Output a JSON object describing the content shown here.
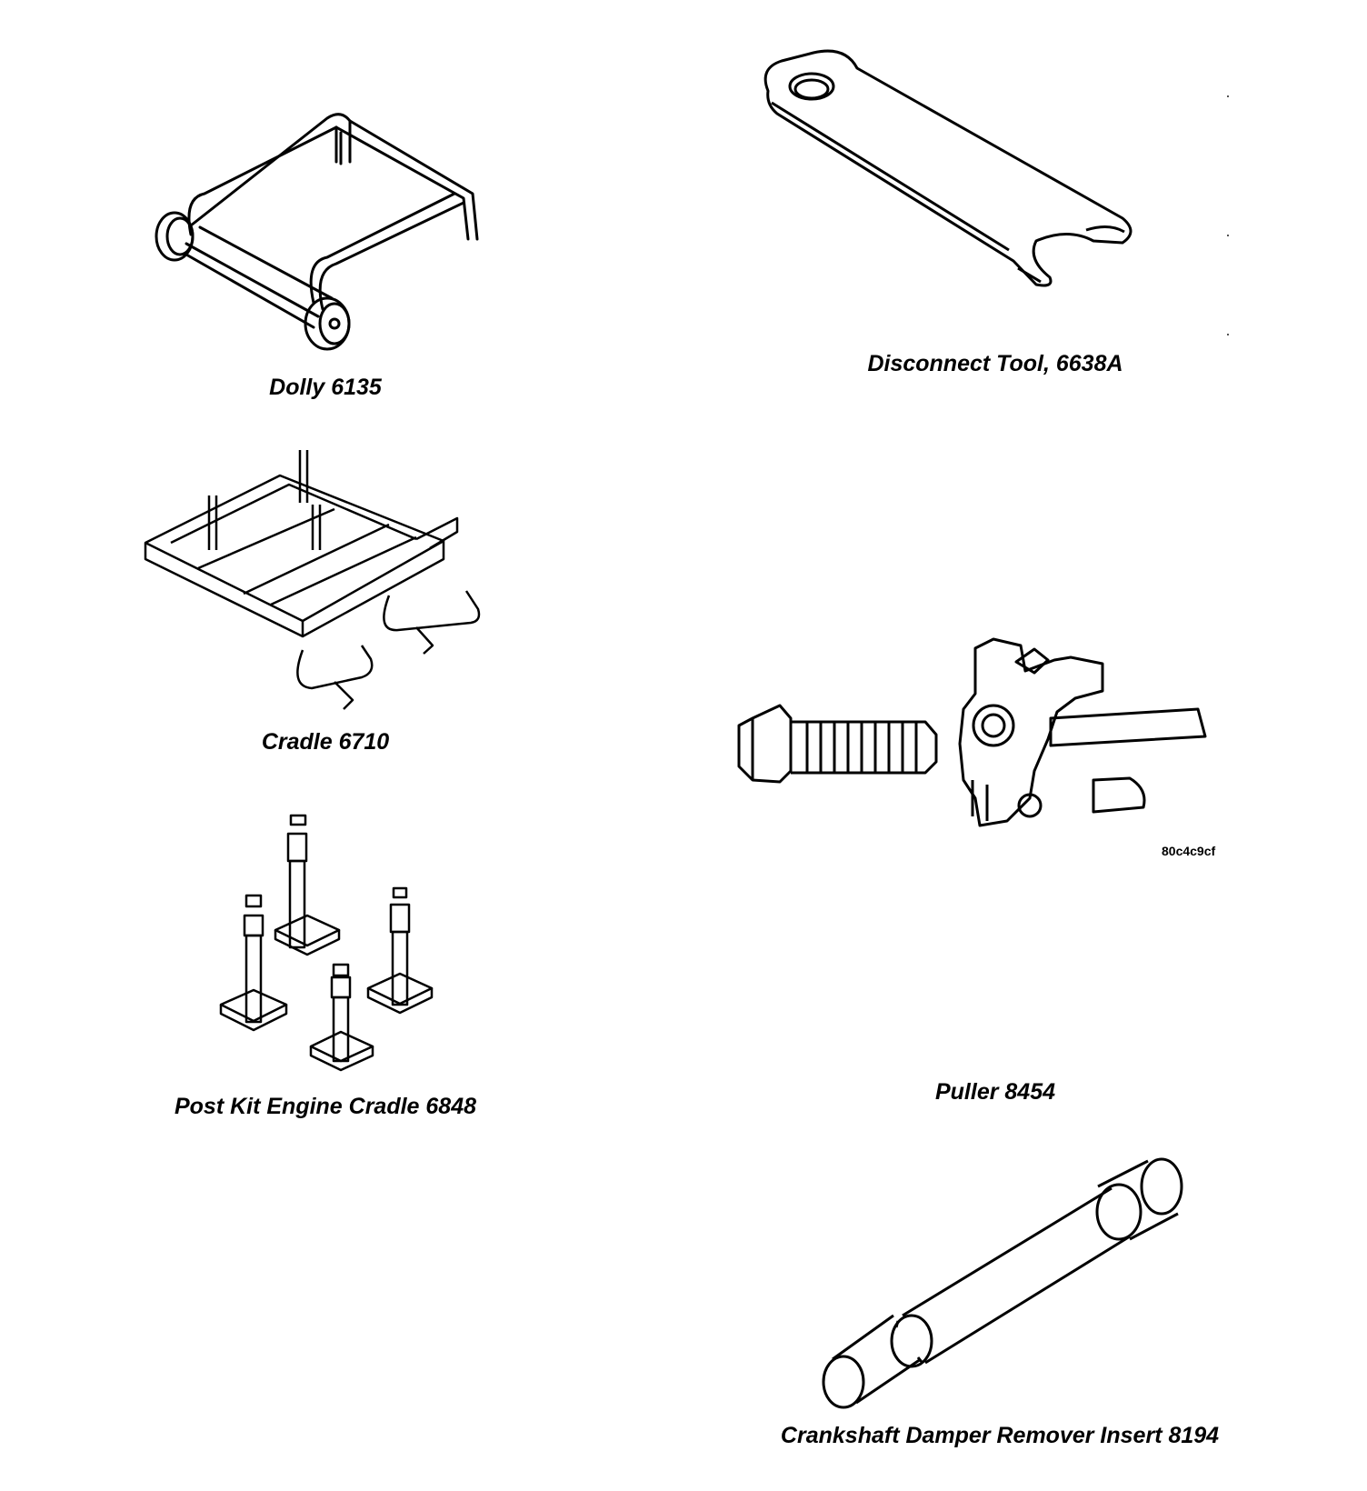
{
  "tools": [
    {
      "name": "dolly",
      "caption": "Dolly 6135",
      "icon": "dolly-illustration"
    },
    {
      "name": "disconnect-tool",
      "caption": "Disconnect Tool, 6638A",
      "icon": "disconnect-tool-illustration"
    },
    {
      "name": "cradle",
      "caption": "Cradle 6710",
      "icon": "cradle-illustration"
    },
    {
      "name": "puller",
      "caption": "Puller 8454",
      "icon": "puller-illustration"
    },
    {
      "name": "post-kit",
      "caption": "Post Kit Engine Cradle 6848",
      "icon": "post-kit-illustration"
    },
    {
      "name": "crankshaft-insert",
      "caption": "Crankshaft Damper Remover Insert 8194",
      "icon": "crankshaft-insert-illustration"
    }
  ],
  "figure_code": "80c4c9cf"
}
